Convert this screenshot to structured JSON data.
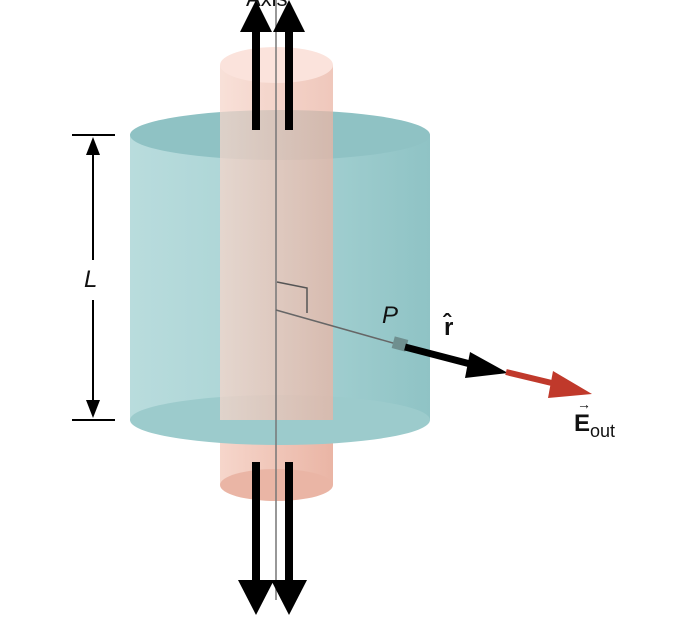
{
  "diagram": {
    "axis_label": "Axis",
    "length_label": "L",
    "point_label": "P",
    "unit_vector_label": "r̂",
    "field_label": "E",
    "field_subscript": "out",
    "colors": {
      "outer_cylinder": "#9fcfd0",
      "inner_cylinder": "#f2c3b4",
      "field_arrow": "#c0392b"
    }
  }
}
